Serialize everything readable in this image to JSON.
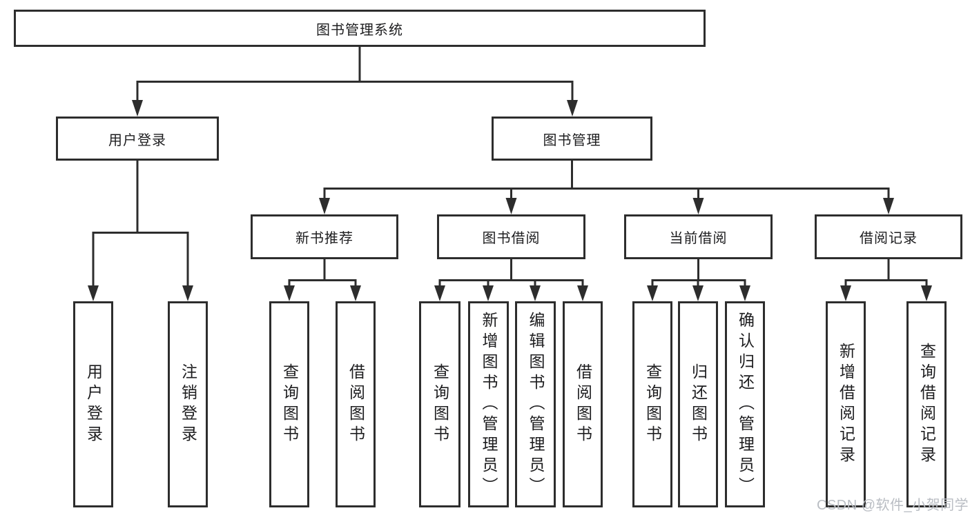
{
  "diagram": {
    "title": "图书管理系统",
    "watermark": "CSDN @软件_小贺同学",
    "colors": {
      "line": "#2d2d2d",
      "box_border": "#2d2d2d",
      "box_background": "#ffffff",
      "text": "#1d1d1f",
      "watermark_text": "#b9bdc3"
    },
    "root": {
      "label": "图书管理系统"
    },
    "branches": [
      {
        "label": "用户登录",
        "children": [
          "用户登录",
          "注销登录"
        ]
      },
      {
        "label": "图书管理",
        "children": [
          {
            "label": "新书推荐",
            "children": [
              "查询图书",
              "借阅图书"
            ]
          },
          {
            "label": "图书借阅",
            "children": [
              "查询图书",
              "新增图书（管理员）",
              "编辑图书（管理员）",
              "借阅图书"
            ]
          },
          {
            "label": "当前借阅",
            "children": [
              "查询图书",
              "归还图书",
              "确认归还（管理员）"
            ]
          },
          {
            "label": "借阅记录",
            "children": [
              "新增借阅记录",
              "查询借阅记录"
            ]
          }
        ]
      }
    ]
  }
}
